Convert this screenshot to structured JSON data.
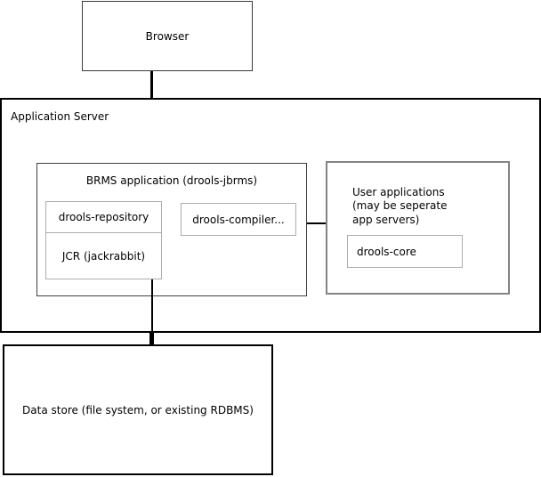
{
  "diagram": {
    "browser": {
      "label": "Browser"
    },
    "application_server": {
      "label": "Application Server"
    },
    "brms": {
      "title": "BRMS application (drools-jbrms)",
      "drools_repository_label": "drools-repository",
      "jcr_label": "JCR (jackrabbit)",
      "drools_compiler_label": "drools-compiler..."
    },
    "user_applications": {
      "label_lines": [
        "User applications",
        "(may be seperate",
        "app servers)"
      ],
      "drools_core_label": "drools-core"
    },
    "data_store": {
      "label": "Data store (file system, or existing RDBMS)"
    }
  },
  "colors": {
    "background": "#ffffff",
    "line": "#000000",
    "outer_border": "#000000",
    "brms_border": "#404040",
    "user_apps_border": "#848484",
    "inner_box_border": "#adadad",
    "text": "#000000"
  }
}
